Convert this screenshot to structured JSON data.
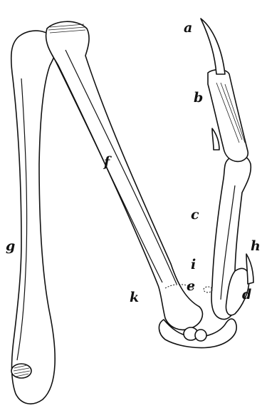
{
  "labels": {
    "a": "a",
    "b": "b",
    "c": "c",
    "d": "d",
    "e": "e",
    "f": "f",
    "g": "g",
    "h": "h",
    "i": "i",
    "k": "k"
  }
}
